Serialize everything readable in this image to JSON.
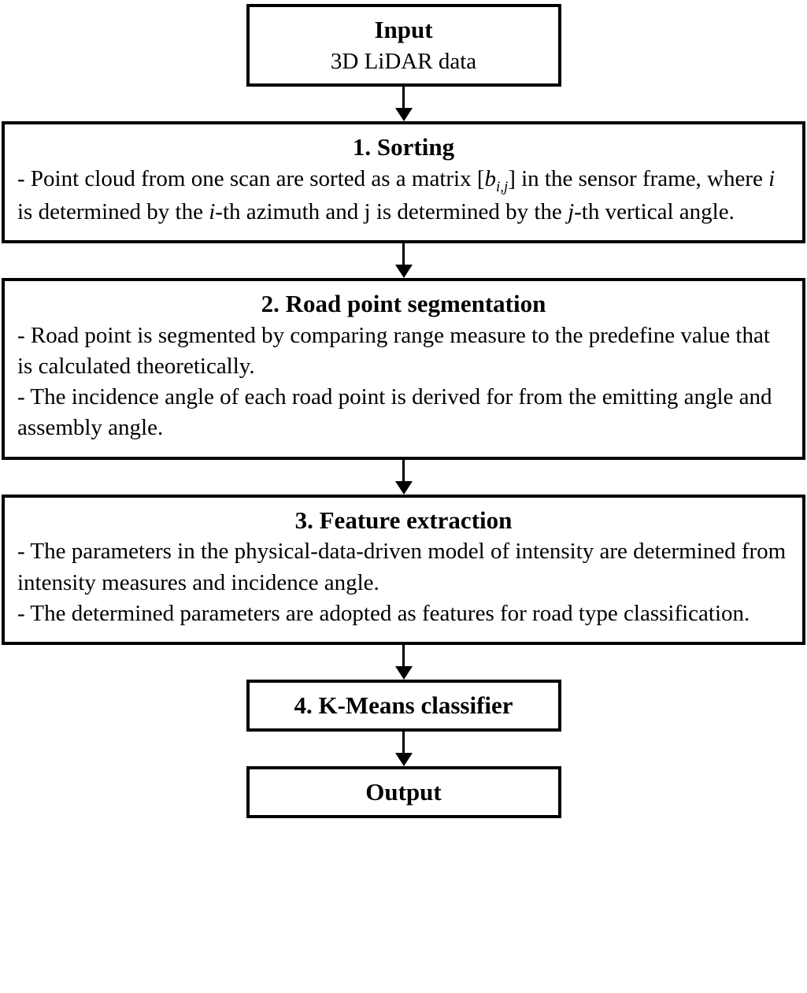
{
  "colors": {
    "border": "#000000",
    "background": "#ffffff",
    "text": "#000000"
  },
  "diagram": {
    "input": {
      "title": "Input",
      "subtitle": "3D LiDAR data"
    },
    "steps": [
      {
        "title": "1. Sorting",
        "bullets": [
          [
            {
              "t": "- Point cloud from one scan are sorted as a matrix ["
            },
            {
              "t": "b",
              "i": true
            },
            {
              "t": "i,j",
              "i": true,
              "sub": true
            },
            {
              "t": "] in the sensor frame, where "
            },
            {
              "t": "i",
              "i": true
            },
            {
              "t": " is determined by the "
            },
            {
              "t": "i",
              "i": true
            },
            {
              "t": "-th azimuth and j is determined by the "
            },
            {
              "t": "j",
              "i": true
            },
            {
              "t": "-th vertical angle."
            }
          ]
        ]
      },
      {
        "title": "2. Road point segmentation",
        "bullets": [
          [
            {
              "t": "- Road point is segmented by comparing range measure to the predefine value that is calculated theoretically."
            }
          ],
          [
            {
              "t": "- The incidence angle of each road point is derived for from the emitting angle and assembly angle."
            }
          ]
        ]
      },
      {
        "title": "3. Feature extraction",
        "bullets": [
          [
            {
              "t": "- The parameters in the physical-data-driven model of intensity are determined from intensity measures and incidence angle."
            }
          ],
          [
            {
              "t": "- The determined parameters are adopted as features for road type classification."
            }
          ]
        ]
      }
    ],
    "classifier": {
      "title": "4. K-Means classifier"
    },
    "output": {
      "title": "Output"
    }
  }
}
